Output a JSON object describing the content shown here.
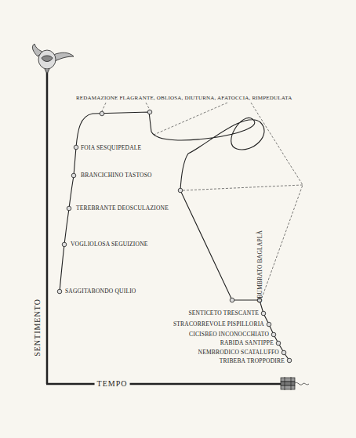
{
  "diagram": {
    "labels": [
      "REDAMAZIONE FLAGRANTE, OBLIOSA, DIUTURNA, AFATOCCIA, RIMPEDULATA",
      "FOIA SESQUIPEDALE",
      "BRANCICHINO TASTOSO",
      "TEREBRANTE DEOSCULAZIONE",
      "VOGLIOLOSA SEGUIZIONE",
      "SAGGITABONDO QUILIO",
      "OBUMBRATO BAGLAPLÀ",
      "SENTICETO TRESCANTE",
      "STRACORREVOLE PISPILLORIA",
      "CICISBEO INCONOCCHIATO",
      "RABIDA SANTIPPE",
      "NEMBRODICO SCATALUFFO",
      "TRIBEBA TROPPODIRE",
      "SENTIMENTO",
      "TEMPO"
    ]
  }
}
